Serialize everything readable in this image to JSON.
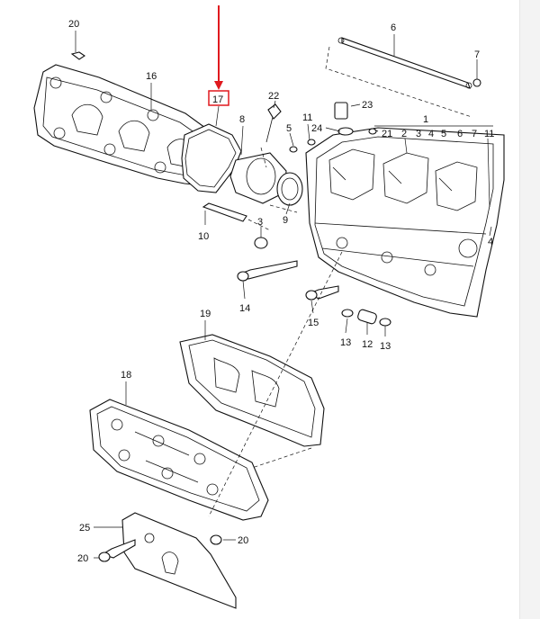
{
  "diagram": {
    "highlight_color": "#e0191e",
    "highlighted_part": "17",
    "callouts": [
      {
        "id": "c20a",
        "text": "20"
      },
      {
        "id": "c16",
        "text": "16"
      },
      {
        "id": "c17",
        "text": "17"
      },
      {
        "id": "c22",
        "text": "22"
      },
      {
        "id": "c8",
        "text": "8"
      },
      {
        "id": "c6",
        "text": "6"
      },
      {
        "id": "c7",
        "text": "7"
      },
      {
        "id": "c23",
        "text": "23"
      },
      {
        "id": "c24",
        "text": "24"
      },
      {
        "id": "c11a",
        "text": "11"
      },
      {
        "id": "c5a",
        "text": "5"
      },
      {
        "id": "c21",
        "text": "21"
      },
      {
        "id": "c1",
        "text": "1"
      },
      {
        "id": "c2",
        "text": "2"
      },
      {
        "id": "c3a",
        "text": "3"
      },
      {
        "id": "c4a",
        "text": "4"
      },
      {
        "id": "c5b",
        "text": "5"
      },
      {
        "id": "c6b",
        "text": "6"
      },
      {
        "id": "c7b",
        "text": "7"
      },
      {
        "id": "c11b",
        "text": "11"
      },
      {
        "id": "c4b",
        "text": "4"
      },
      {
        "id": "c10",
        "text": "10"
      },
      {
        "id": "c3b",
        "text": "3"
      },
      {
        "id": "c9",
        "text": "9"
      },
      {
        "id": "c14",
        "text": "14"
      },
      {
        "id": "c15",
        "text": "15"
      },
      {
        "id": "c13a",
        "text": "13"
      },
      {
        "id": "c12",
        "text": "12"
      },
      {
        "id": "c13b",
        "text": "13"
      },
      {
        "id": "c19",
        "text": "19"
      },
      {
        "id": "c18",
        "text": "18"
      },
      {
        "id": "c25",
        "text": "25"
      },
      {
        "id": "c20b",
        "text": "20"
      },
      {
        "id": "c20c",
        "text": "20"
      }
    ]
  }
}
